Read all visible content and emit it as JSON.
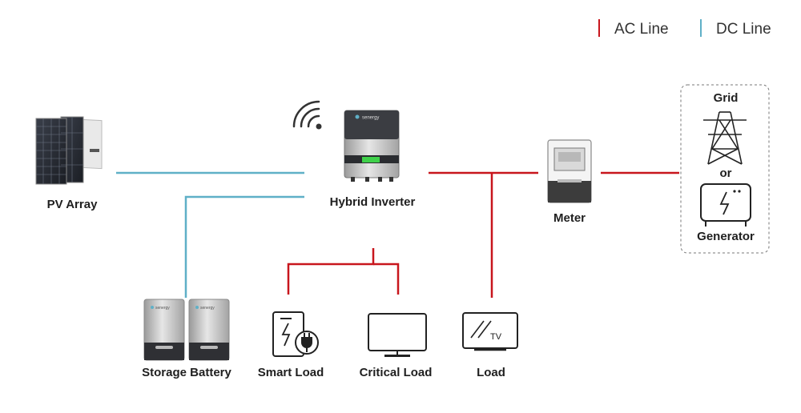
{
  "legend": {
    "ac_label": "AC Line",
    "dc_label": "DC Line",
    "ac_color": "#c8161d",
    "dc_color": "#5fb0c7"
  },
  "nodes": {
    "pv_array": "PV Array",
    "hybrid_inverter": "Hybrid Inverter",
    "inverter_brand": "senergy",
    "meter": "Meter",
    "grid": "Grid",
    "or": "or",
    "generator": "Generator",
    "storage_battery": "Storage Battery",
    "battery_brand": "senergy",
    "smart_load": "Smart Load",
    "critical_load": "Critical Load",
    "load": "Load",
    "tv_text": "TV"
  },
  "icons": {
    "pv": "solar-panel-icon",
    "wifi": "wifi-icon",
    "inverter": "inverter-icon",
    "meter": "meter-icon",
    "grid": "transmission-tower-icon",
    "generator": "generator-icon",
    "battery": "battery-icon",
    "smart_load": "smart-plug-icon",
    "critical_load": "monitor-icon",
    "load": "tv-icon"
  }
}
